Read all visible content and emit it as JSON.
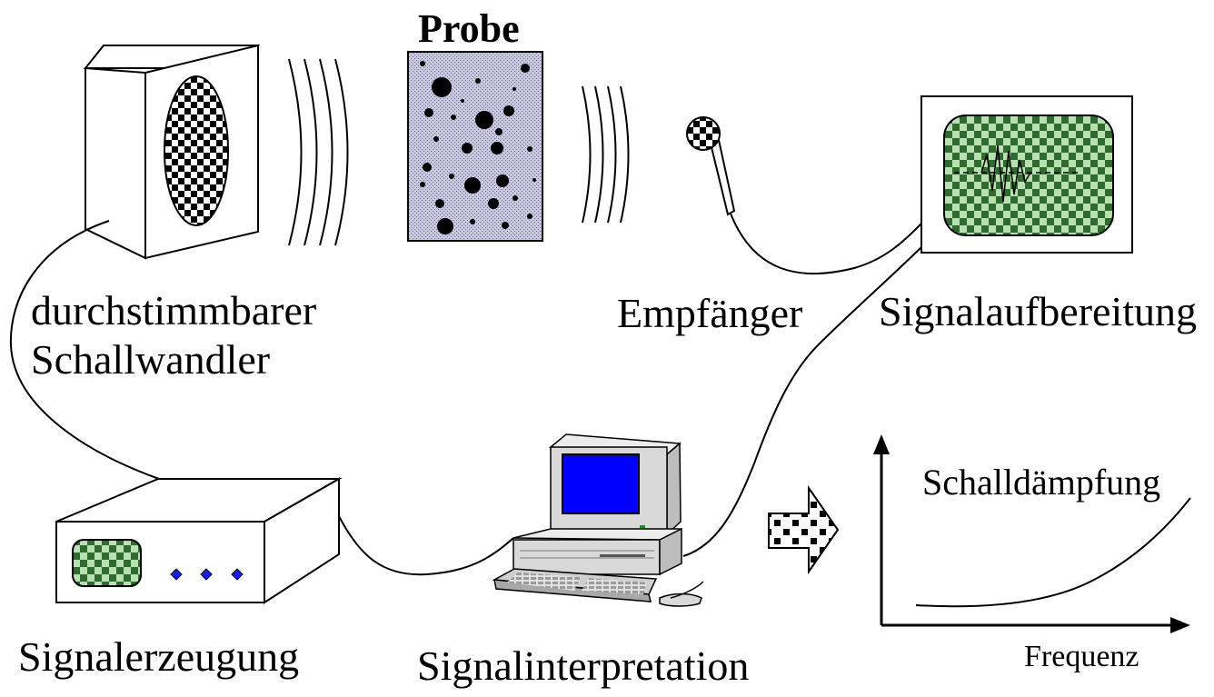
{
  "labels": {
    "probe": "Probe",
    "transducer_line1": "durchstimmbarer",
    "transducer_line2": "Schallwandler",
    "receiver": "Empfänger",
    "signal_processing": "Signalaufbereitung",
    "signal_generation": "Signalerzeugung",
    "signal_interpretation": "Signalinterpretation",
    "attenuation": "Schalldämpfung",
    "frequency": "Frequenz"
  },
  "colors": {
    "checker_dark": "#000000",
    "checker_green_dark": "#2e6b2e",
    "checker_green_light": "#b9e0b0",
    "screen_blue": "#0000ff",
    "knob_blue": "#1a1aff",
    "sample_fill": "#b8b8d8",
    "computer_body": "#d9d9d9"
  },
  "icons": [
    "speaker-icon",
    "sample-icon",
    "microphone-icon",
    "oscilloscope-icon",
    "signal-generator-icon",
    "computer-icon",
    "arrow-icon"
  ]
}
